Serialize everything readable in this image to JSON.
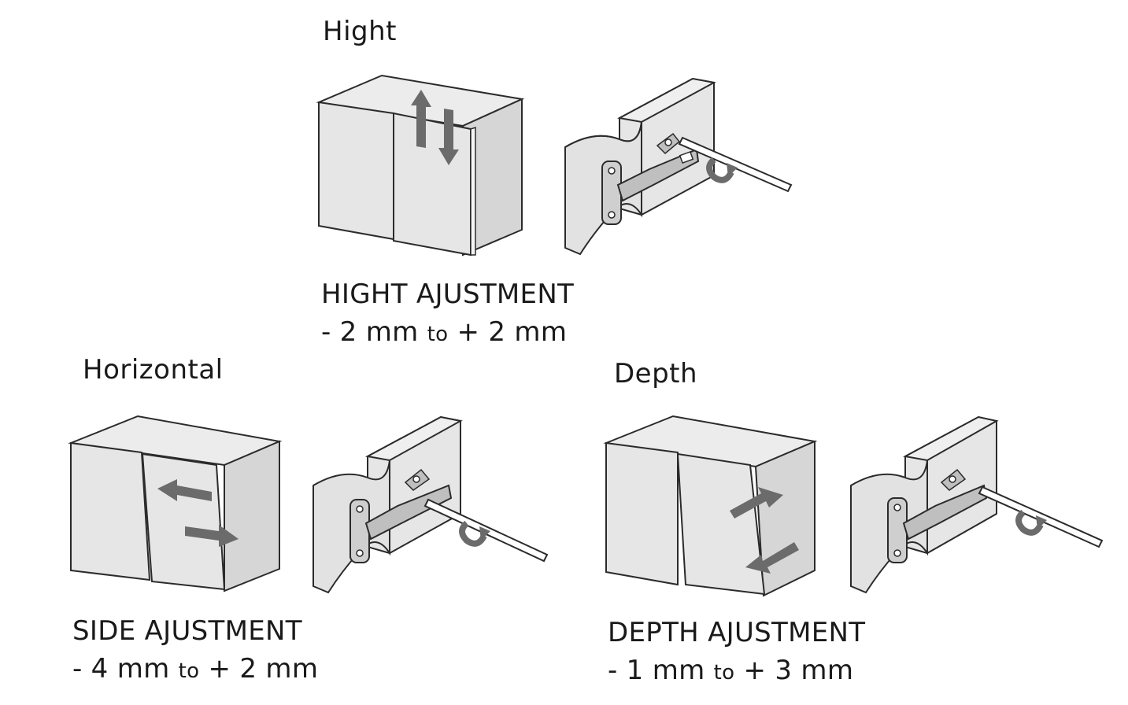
{
  "sections": {
    "height": {
      "title": "Hight",
      "caption_title": "HIGHT AJUSTMENT",
      "range_from": "- 2 mm",
      "range_to_word": "to",
      "range_to": "+ 2 mm"
    },
    "horizontal": {
      "title": "Horizontal",
      "caption_title": "SIDE AJUSTMENT",
      "range_from": "- 4 mm",
      "range_to_word": "to",
      "range_to": "+ 2 mm"
    },
    "depth": {
      "title": "Depth",
      "caption_title": "DEPTH AJUSTMENT",
      "range_from": "- 1 mm",
      "range_to_word": "to",
      "range_to": "+ 3 mm"
    }
  },
  "colors": {
    "panel": "#e6e6e6",
    "panel_shade": "#d2d2d2",
    "outline": "#2b2b2b",
    "arrow": "#6b6b6b",
    "metal": "#bfbfbf"
  },
  "icons": [
    "cabinet-icon",
    "hinge-icon",
    "screwdriver-icon",
    "rotate-arrow-icon",
    "move-arrow-icon"
  ]
}
